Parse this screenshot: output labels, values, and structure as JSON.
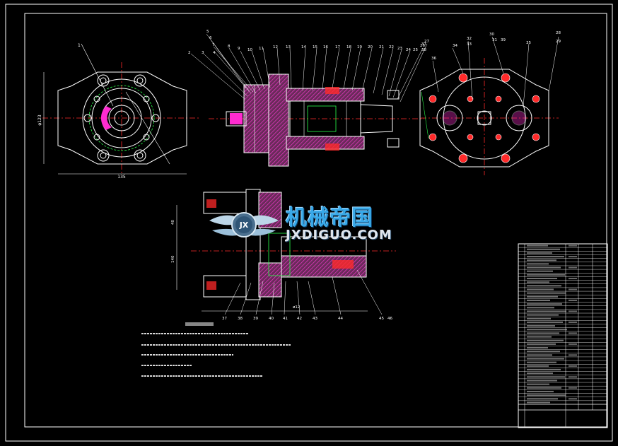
{
  "watermark": {
    "cn": "机械帝国",
    "en": "JXDIGUO.COM",
    "logo_letters": "JX"
  },
  "dims": {
    "left_height": "φ123",
    "left_width": "135",
    "sec_a": "40",
    "sec_b": "140",
    "bottom_dim": "ø12"
  },
  "top_balloons": [
    "5",
    "6",
    "2",
    "3",
    "4",
    "7",
    "8",
    "9",
    "10",
    "11",
    "12",
    "13",
    "14",
    "15",
    "16",
    "17",
    "18",
    "19",
    "20",
    "21",
    "22",
    "23",
    "24",
    "25",
    "26",
    "27"
  ],
  "right_balloons": [
    "28",
    "29",
    "30",
    "31",
    "32",
    "33",
    "34",
    "35",
    "36",
    "37",
    "38",
    "39"
  ],
  "bottom_balloons": [
    "37",
    "38",
    "39",
    "40",
    "41",
    "42",
    "43",
    "44",
    "45",
    "46"
  ],
  "colors": {
    "line": "#ffffff",
    "hatch": "#ff2bd0",
    "red": "#ff2a2a",
    "green": "#2aff4a",
    "cyan": "#3ad0ff"
  }
}
